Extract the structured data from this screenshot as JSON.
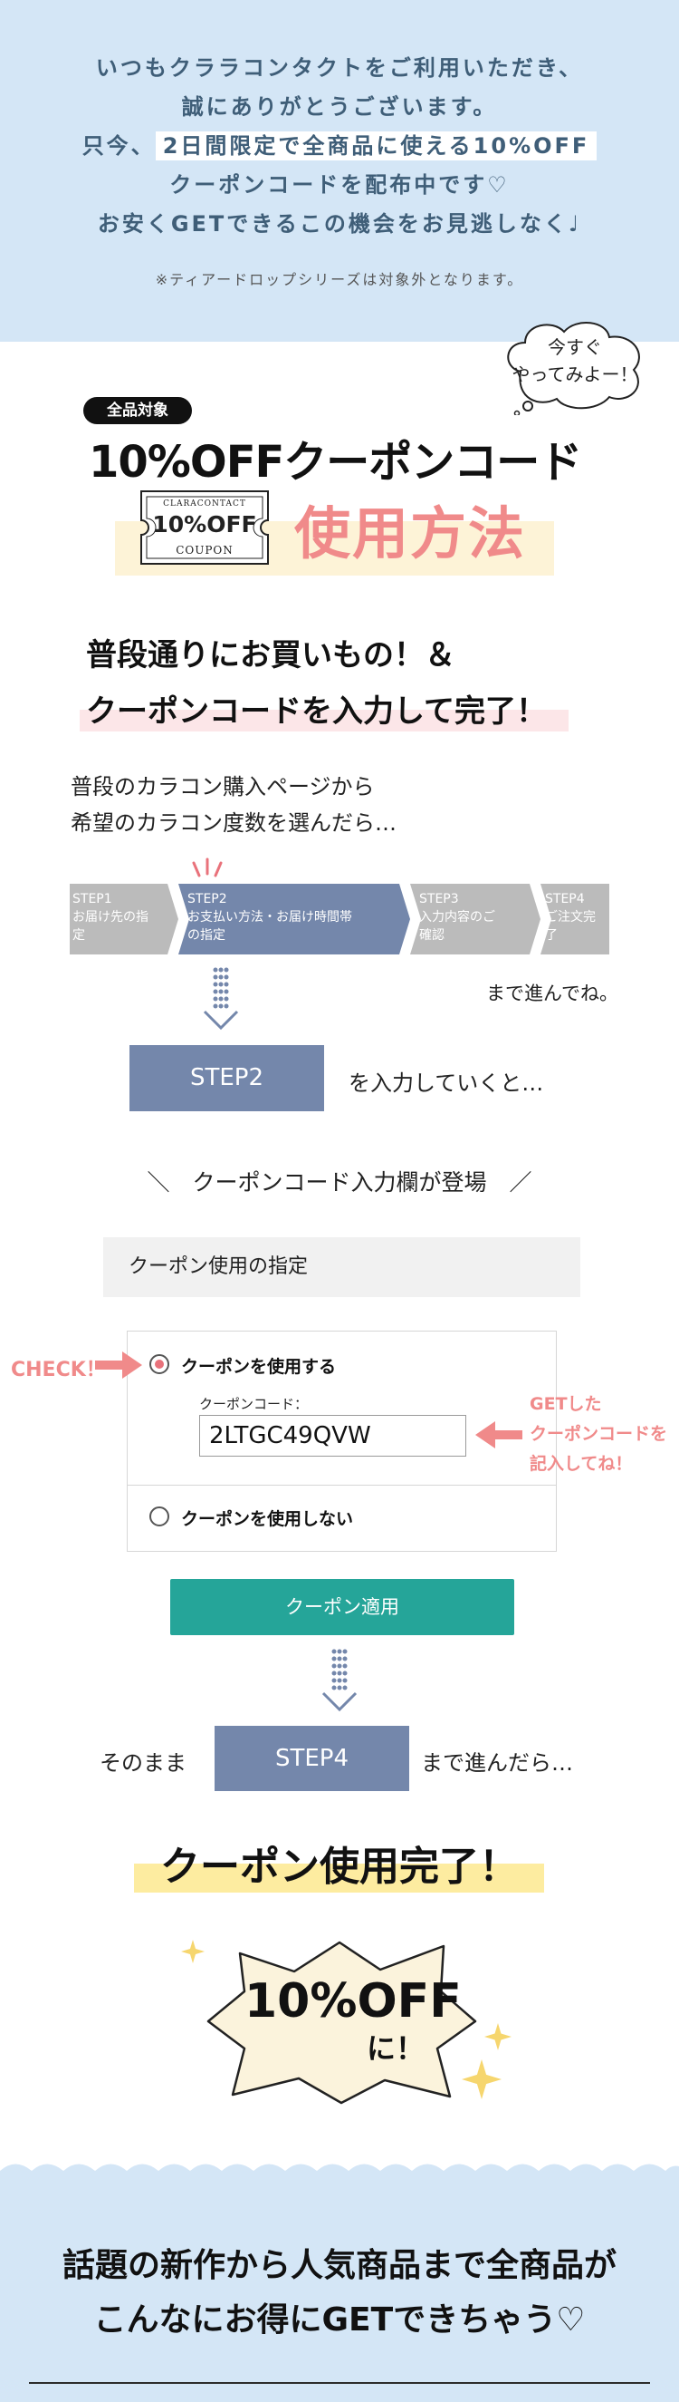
{
  "intro": {
    "line1": "いつもクララコンタクトをご利用いただき、",
    "line2": "誠にありがとうございます。",
    "line3_pre": "只今、",
    "line3_highlight": "2日間限定で全商品に使える10%OFF",
    "line4": "クーポンコードを配布中です♡",
    "line5": "お安くGETできるこの機会をお見逃しなく♩",
    "note": "※ティアードロップシリーズは対象外となります。"
  },
  "bubble": {
    "line1": "今すぐ",
    "line2": "やってみよー！"
  },
  "badge": "全品対象",
  "coupon_title": "10%OFFクーポンコード",
  "ticket": {
    "brand": "CLARACONTACT",
    "value": "10%OFF",
    "label": "COUPON"
  },
  "usage_title": "使用方法",
  "headline": {
    "line1": "普段通りにお買いもの！＆",
    "line2": "クーポンコードを入力して完了！"
  },
  "instructions": {
    "line1": "普段のカラコン購入ページから",
    "line2": "希望のカラコン度数を選んだら…"
  },
  "steps": [
    {
      "title": "STEP1",
      "line1": "お届け先の指",
      "line2": "定",
      "active": false
    },
    {
      "title": "STEP2",
      "line1": "お支払い方法・お届け時間帯",
      "line2": "の指定",
      "active": true
    },
    {
      "title": "STEP3",
      "line1": "入力内容のご",
      "line2": "確認",
      "active": false
    },
    {
      "title": "STEP4",
      "line1": "ご注文完",
      "line2": "了",
      "active": false
    }
  ],
  "progress_note": "まで進んでね。",
  "step2_box": "STEP2",
  "step2_note": "を入力していくと…",
  "reveal": "＼　クーポンコード入力欄が登場　／",
  "coupon_form": {
    "header": "クーポン使用の指定",
    "use_label": "クーポンを使用する",
    "code_label": "クーポンコード：",
    "code_value": "2LTGC49QVW",
    "no_use_label": "クーポンを使用しない",
    "apply_button": "クーポン適用"
  },
  "check_label": "CHECK！",
  "get_note": {
    "line1": "GETした",
    "line2": "クーポンコードを",
    "line3": "記入してね！"
  },
  "final_step": {
    "pre": "そのまま",
    "box": "STEP4",
    "post": "まで進んだら…"
  },
  "done_title": "クーポン使用完了！",
  "discount": {
    "big": "10%OFF",
    "small": "に！"
  },
  "bottom": {
    "line1": "話題の新作から人気商品まで全商品が",
    "line2": "こんなにお得にGETできちゃう♡"
  },
  "colors": {
    "blue_bg": "#d4e6f6",
    "step_blue": "#7487ab",
    "pink": "#f08a8a",
    "teal": "#25a599",
    "yellow": "#fdeca0"
  }
}
